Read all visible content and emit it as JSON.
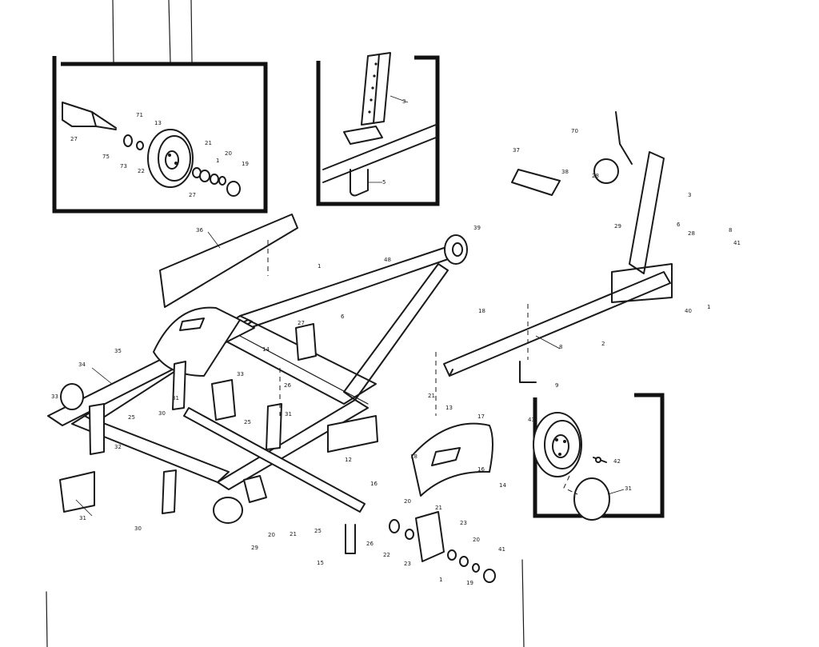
{
  "diagram": {
    "callouts": [
      {
        "id": "c1",
        "text": "27"
      },
      {
        "id": "c2",
        "text": "75"
      },
      {
        "id": "c3",
        "text": "73"
      },
      {
        "id": "c4",
        "text": "71"
      },
      {
        "id": "c5",
        "text": "13"
      },
      {
        "id": "c6",
        "text": "22"
      },
      {
        "id": "c7",
        "text": "21"
      },
      {
        "id": "c8",
        "text": "20"
      },
      {
        "id": "c9",
        "text": "27"
      },
      {
        "id": "c10",
        "text": "1"
      },
      {
        "id": "c11",
        "text": "19"
      },
      {
        "id": "c12",
        "text": "3"
      },
      {
        "id": "c13",
        "text": "5"
      },
      {
        "id": "c14",
        "text": "70"
      },
      {
        "id": "c15",
        "text": "37"
      },
      {
        "id": "c16",
        "text": "38"
      },
      {
        "id": "c17",
        "text": "28"
      },
      {
        "id": "c18",
        "text": "3"
      },
      {
        "id": "c19",
        "text": "29"
      },
      {
        "id": "c20",
        "text": "6"
      },
      {
        "id": "c21",
        "text": "28"
      },
      {
        "id": "c22",
        "text": "8"
      },
      {
        "id": "c23",
        "text": "41"
      },
      {
        "id": "c24",
        "text": "1"
      },
      {
        "id": "c25",
        "text": "40"
      },
      {
        "id": "c26",
        "text": "36"
      },
      {
        "id": "c27",
        "text": "39"
      },
      {
        "id": "c28",
        "text": "48"
      },
      {
        "id": "c29",
        "text": "1"
      },
      {
        "id": "c30",
        "text": "6"
      },
      {
        "id": "c31",
        "text": "18"
      },
      {
        "id": "c32",
        "text": "8"
      },
      {
        "id": "c33",
        "text": "2"
      },
      {
        "id": "c34",
        "text": "9"
      },
      {
        "id": "c35",
        "text": "27"
      },
      {
        "id": "c36",
        "text": "14"
      },
      {
        "id": "c37",
        "text": "35"
      },
      {
        "id": "c38",
        "text": "34"
      },
      {
        "id": "c39",
        "text": "33"
      },
      {
        "id": "c40",
        "text": "31"
      },
      {
        "id": "c41",
        "text": "33"
      },
      {
        "id": "c42",
        "text": "26"
      },
      {
        "id": "c43",
        "text": "25"
      },
      {
        "id": "c44",
        "text": "30"
      },
      {
        "id": "c45",
        "text": "25"
      },
      {
        "id": "c46",
        "text": "31"
      },
      {
        "id": "c47",
        "text": "32"
      },
      {
        "id": "c48",
        "text": "31"
      },
      {
        "id": "c49",
        "text": "30"
      },
      {
        "id": "c50",
        "text": "29"
      },
      {
        "id": "c51",
        "text": "20"
      },
      {
        "id": "c52",
        "text": "21"
      },
      {
        "id": "c53",
        "text": "25"
      },
      {
        "id": "c54",
        "text": "26"
      },
      {
        "id": "c55",
        "text": "15"
      },
      {
        "id": "c56",
        "text": "12"
      },
      {
        "id": "c57",
        "text": "13"
      },
      {
        "id": "c58",
        "text": "18"
      },
      {
        "id": "c59",
        "text": "17"
      },
      {
        "id": "c60",
        "text": "16"
      },
      {
        "id": "c61",
        "text": "14"
      },
      {
        "id": "c62",
        "text": "16"
      },
      {
        "id": "c63",
        "text": "21"
      },
      {
        "id": "c64",
        "text": "20"
      },
      {
        "id": "c65",
        "text": "21"
      },
      {
        "id": "c66",
        "text": "23"
      },
      {
        "id": "c67",
        "text": "22"
      },
      {
        "id": "c68",
        "text": "23"
      },
      {
        "id": "c69",
        "text": "1"
      },
      {
        "id": "c70",
        "text": "20"
      },
      {
        "id": "c71",
        "text": "19"
      },
      {
        "id": "c72",
        "text": "41"
      },
      {
        "id": "c73",
        "text": "43"
      },
      {
        "id": "c74",
        "text": "42"
      },
      {
        "id": "c75",
        "text": "31"
      }
    ]
  }
}
